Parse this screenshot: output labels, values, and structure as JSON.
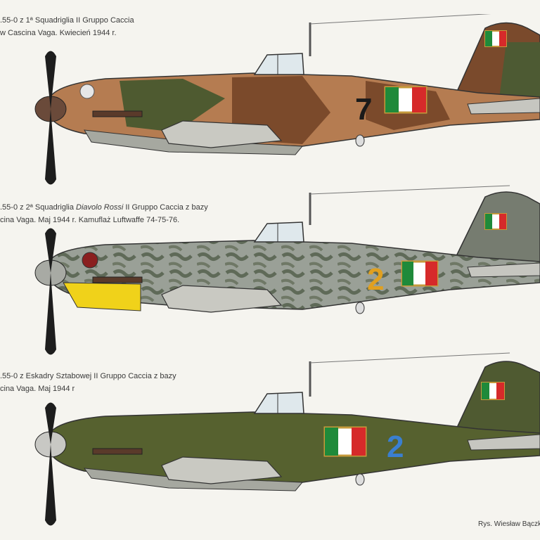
{
  "profiles": [
    {
      "caption_line1": ".55-0 z 1ª Squadriglia II Gruppo Caccia",
      "caption_line2": "w Cascina Vaga. Kwiecień 1944 r.",
      "code": "7",
      "code_color": "#1a1a1a",
      "camouflage": "tan-brown-green"
    },
    {
      "caption_line1_a": ".55-0 z 2ª Squadriglia ",
      "caption_line1_b": "Diavolo Rossi",
      "caption_line1_c": " II Gruppo Caccia z bazy",
      "caption_line2": "cina Vaga. Maj 1944 r. Kamuflaż Luftwaffe 74-75-76.",
      "code": "2",
      "code_color": "#e0a020",
      "camouflage": "grey-mottle"
    },
    {
      "caption_line1": ".55-0 z Eskadry Sztabowej II Gruppo Caccia z bazy",
      "caption_line2": "cina Vaga. Maj 1944 r",
      "code": "2",
      "code_color": "#3a7fd0",
      "camouflage": "olive-green"
    }
  ],
  "credit": "Rys. Wiesław Bączkow"
}
